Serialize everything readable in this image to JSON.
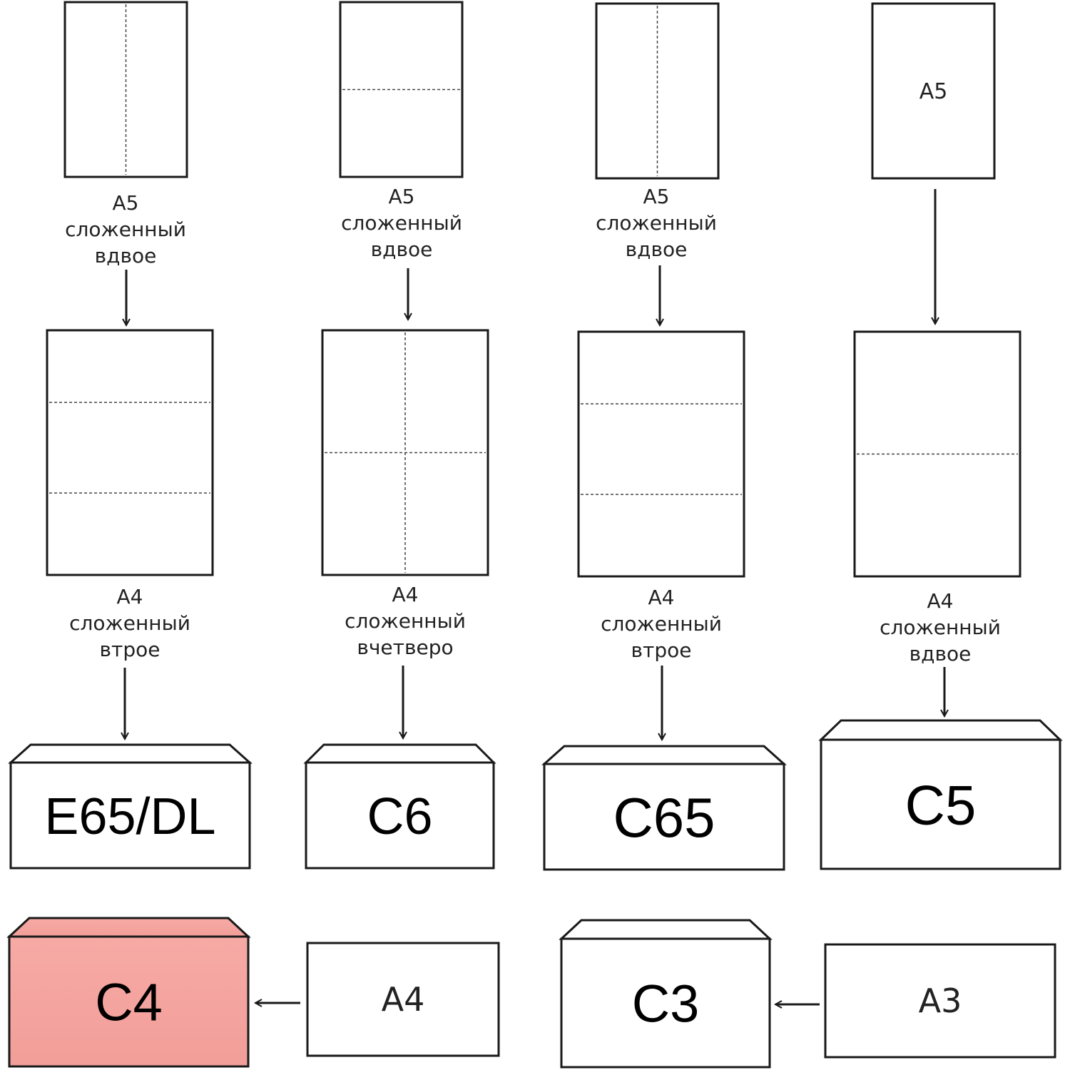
{
  "colors": {
    "stroke": "#1a1a1a",
    "fold_line": "#444444",
    "highlight_fill": "#f4a5a0",
    "background": "#ffffff"
  },
  "columns": [
    {
      "top_sheet": {
        "label": "",
        "fold": "vertical"
      },
      "top_caption": [
        "A5",
        "сложенный",
        "вдвое"
      ],
      "middle_sheet": {
        "fold": "horizontal-2"
      },
      "middle_caption": [
        "A4",
        "сложенный",
        "втрое"
      ],
      "envelope": "E65/DL"
    },
    {
      "top_sheet": {
        "label": "",
        "fold": "horizontal-1"
      },
      "top_caption": [
        "A5",
        "сложенный",
        "вдвое"
      ],
      "middle_sheet": {
        "fold": "cross"
      },
      "middle_caption": [
        "A4",
        "сложенный",
        "вчетверо"
      ],
      "envelope": "C6"
    },
    {
      "top_sheet": {
        "label": "",
        "fold": "vertical"
      },
      "top_caption": [
        "A5",
        "сложенный",
        "вдвое"
      ],
      "middle_sheet": {
        "fold": "horizontal-2"
      },
      "middle_caption": [
        "A4",
        "сложенный",
        "втрое"
      ],
      "envelope": "C65"
    },
    {
      "top_sheet": {
        "label": "A5",
        "fold": "none"
      },
      "top_caption": [],
      "middle_sheet": {
        "fold": "horizontal-1"
      },
      "middle_caption": [
        "A4",
        "сложенный",
        "вдвое"
      ],
      "envelope": "C5"
    }
  ],
  "bottom_row": [
    {
      "sheet": "A4",
      "envelope": "C4",
      "highlighted": true
    },
    {
      "sheet": "A3",
      "envelope": "C3",
      "highlighted": false
    }
  ]
}
